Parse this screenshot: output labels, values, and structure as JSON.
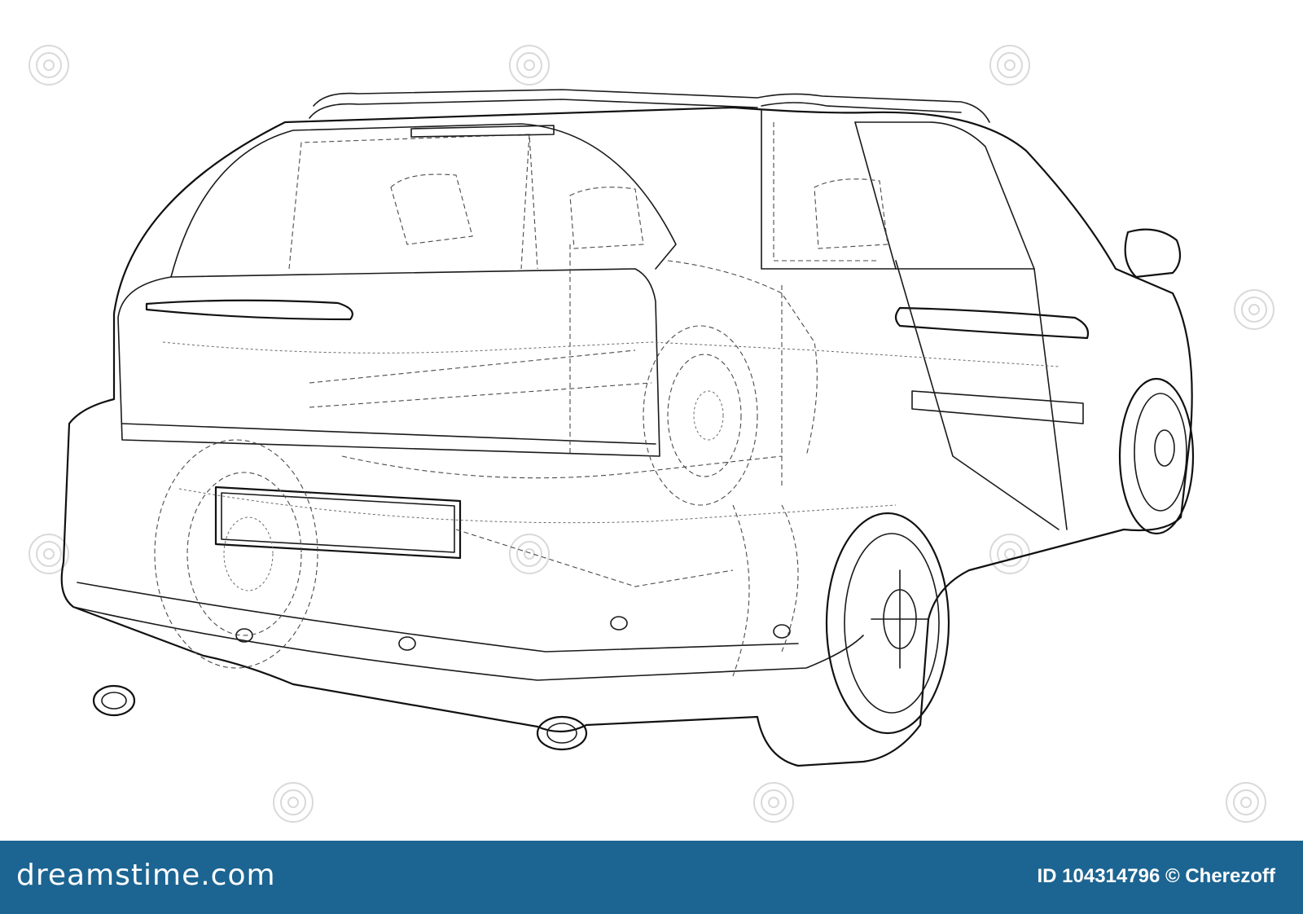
{
  "footer": {
    "brand": "dreamstime.com",
    "image_id": "ID 104314796",
    "copyright_symbol": "©",
    "author": "Cherezoff",
    "background_color": "#1c6592",
    "text_color": "#ffffff"
  },
  "illustration": {
    "icon": "car-wireframe-icon",
    "watermark": "dreamstime"
  }
}
